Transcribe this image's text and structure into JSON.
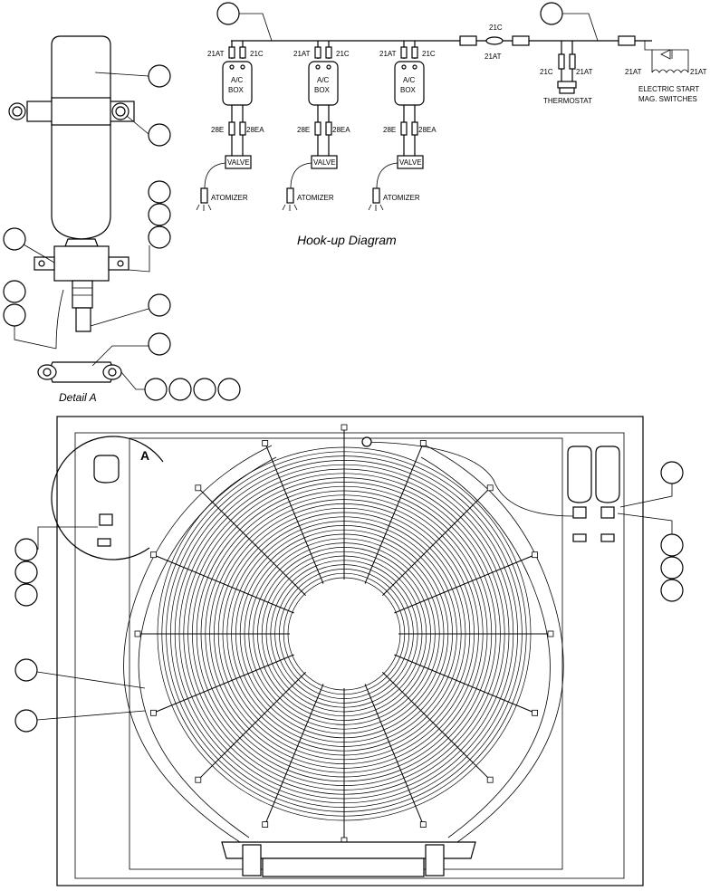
{
  "hookup": {
    "title": "Hook-up Diagram",
    "boxes": [
      {
        "top_left": "21AT",
        "top_right": "21C",
        "box_line1": "A/C",
        "box_line2": "BOX",
        "bot_left": "28E",
        "bot_right": "28EA",
        "valve": "VALVE",
        "atomizer": "ATOMIZER"
      },
      {
        "top_left": "21AT",
        "top_right": "21C",
        "box_line1": "A/C",
        "box_line2": "BOX",
        "bot_left": "28E",
        "bot_right": "28EA",
        "valve": "VALVE",
        "atomizer": "ATOMIZER"
      },
      {
        "top_left": "21AT",
        "top_right": "21C",
        "box_line1": "A/C",
        "box_line2": "BOX",
        "bot_left": "28E",
        "bot_right": "28EA",
        "valve": "VALVE",
        "atomizer": "ATOMIZER"
      }
    ],
    "fuse_top": "21C",
    "fuse_bottom": "21AT",
    "thermostat": {
      "left": "21C",
      "right": "21AT",
      "label": "THERMOSTAT"
    },
    "switches": {
      "left": "21AT",
      "right": "21AT",
      "line1": "ELECTRIC START",
      "line2": "MAG. SWITCHES"
    }
  },
  "detail": {
    "caption": "Detail A"
  },
  "main": {
    "detail_marker": "A"
  }
}
